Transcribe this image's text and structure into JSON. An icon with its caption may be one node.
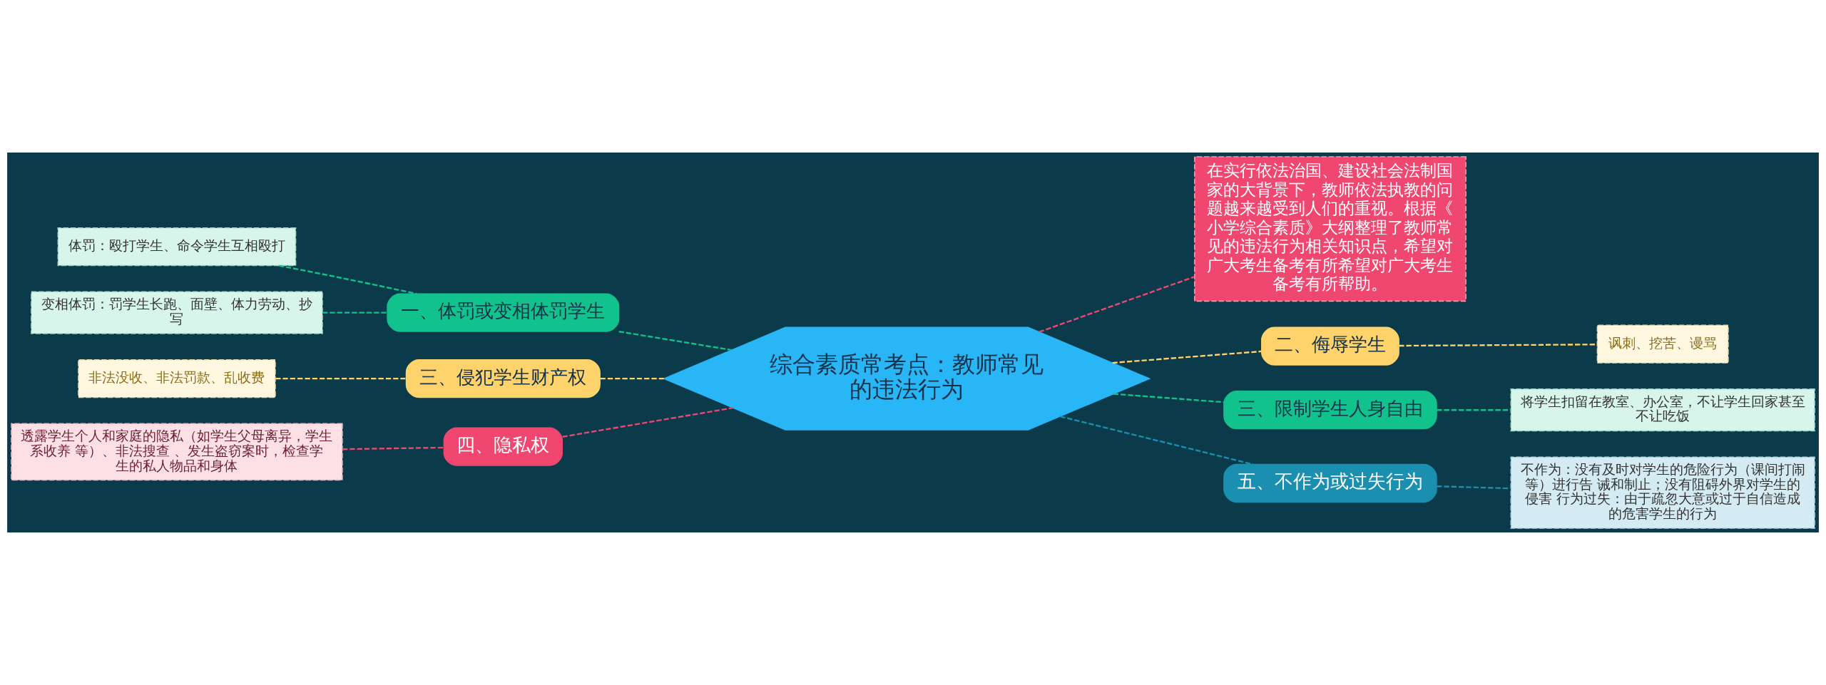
{
  "diagram": {
    "nodes": [
      {
        "text": [
          "综合素质常考点：教师常见的违法行为"
        ]
      },
      {
        "text": [
          "一、体罚或变相体罚学生"
        ]
      },
      {
        "text": [
          "体罚：殴打学生、命令学生互相殴打"
        ]
      },
      {
        "text": [
          "变相体罚：罚学生长跑、面壁、体力劳动、抄写"
        ]
      },
      {
        "text": [
          "三、侵犯学生财产权"
        ]
      },
      {
        "text": [
          "非法没收、非法罚款、乱收费"
        ]
      },
      {
        "text": [
          "四、隐私权"
        ]
      },
      {
        "text": [
          "透露学生个人和家庭的隐私（如学生父母离异，学生系收养 等）、非法搜查 、发生盗窃案时，检查学生的私人物品和身体"
        ]
      },
      {
        "text": [
          "在实行依法治国、建设社会法制国家的大背景下，教师依法执教的问题越来越受到人们的重视。根据《小学综合素质》大纲整理了教师常见的违法行为相关知识点，希望对广大考生备考有所希望对广大考生备考有所帮助。"
        ]
      },
      {
        "text": [
          "二、侮辱学生"
        ]
      },
      {
        "text": [
          "讽刺、挖苦、谩骂"
        ]
      },
      {
        "text": [
          "三、限制学生人身自由"
        ]
      },
      {
        "text": [
          "将学生扣留在教室、办公室，不让学生回家甚至不让吃饭"
        ]
      },
      {
        "text": [
          "五、不作为或过失行为"
        ]
      },
      {
        "text": [
          "不作为：没有及时对学生的危险行为（课间打闹等）进行告 诫和制止；没有阻碍外界对学生的侵害 行为过失：由于疏忽大意或过于自信造成的危害学生的行为"
        ]
      }
    ],
    "edges": [
      {
        "from": 2,
        "to": 1,
        "arrow": "none",
        "style": "dashed"
      },
      {
        "from": 3,
        "to": 1,
        "arrow": "none",
        "style": "dashed"
      },
      {
        "from": 1,
        "to": 0,
        "arrow": "none",
        "style": "dashed"
      },
      {
        "from": 5,
        "to": 4,
        "arrow": "none",
        "style": "dashed",
        "color": "#ffd36b"
      },
      {
        "from": 4,
        "to": 0,
        "arrow": "none",
        "style": "dashed",
        "color": "#ffd36b"
      },
      {
        "from": 7,
        "to": 6,
        "arrow": "none",
        "style": "dashed",
        "color": "#ef476f"
      },
      {
        "from": 6,
        "to": 0,
        "arrow": "none",
        "style": "dashed",
        "color": "#ef476f"
      },
      {
        "from": 0,
        "to": 8,
        "arrow": "none",
        "style": "dashed",
        "color": "#ef476f"
      },
      {
        "from": 0,
        "to": 9,
        "arrow": "none",
        "style": "dashed",
        "color": "#ffd36b"
      },
      {
        "from": 9,
        "to": 10,
        "arrow": "none",
        "style": "dashed",
        "color": "#ffd36b"
      },
      {
        "from": 0,
        "to": 11,
        "arrow": "none",
        "style": "dashed"
      },
      {
        "from": 11,
        "to": 12,
        "arrow": "none",
        "style": "dashed"
      },
      {
        "from": 0,
        "to": 13,
        "arrow": "none",
        "style": "dashed",
        "color": "#1a8fb0"
      },
      {
        "from": 13,
        "to": 14,
        "arrow": "none",
        "style": "dashed",
        "color": "#1a8fb0"
      }
    ]
  }
}
